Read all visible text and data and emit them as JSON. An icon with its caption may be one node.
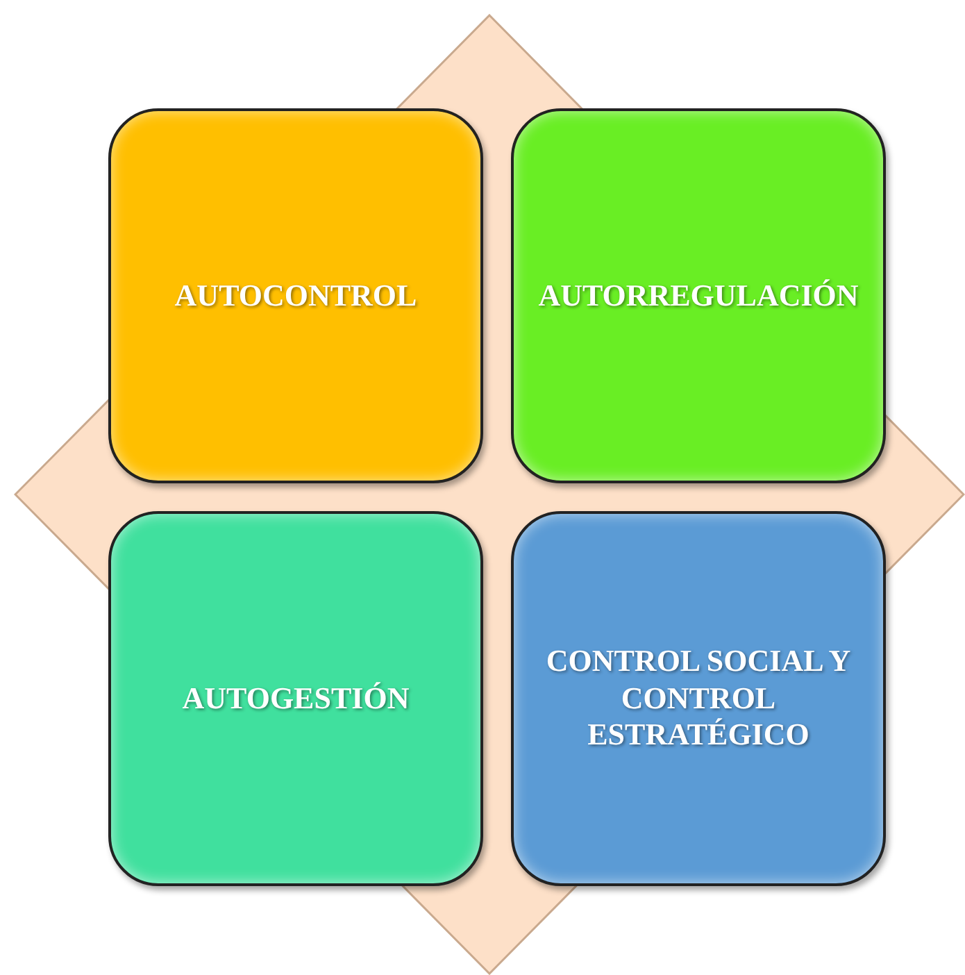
{
  "diagram": {
    "nodes": [
      {
        "text": [],
        "shape": "diamond"
      },
      {
        "text": [
          "AUTOCONTROL"
        ],
        "in": 0
      },
      {
        "text": [
          "AUTORREGULACIÓN"
        ],
        "in": 0
      },
      {
        "text": [
          "AUTOGESTIÓN"
        ],
        "in": 0
      },
      {
        "text": [
          "CONTROL SOCIAL Y CONTROL ESTRATÉGICO"
        ],
        "in": 0
      }
    ]
  }
}
